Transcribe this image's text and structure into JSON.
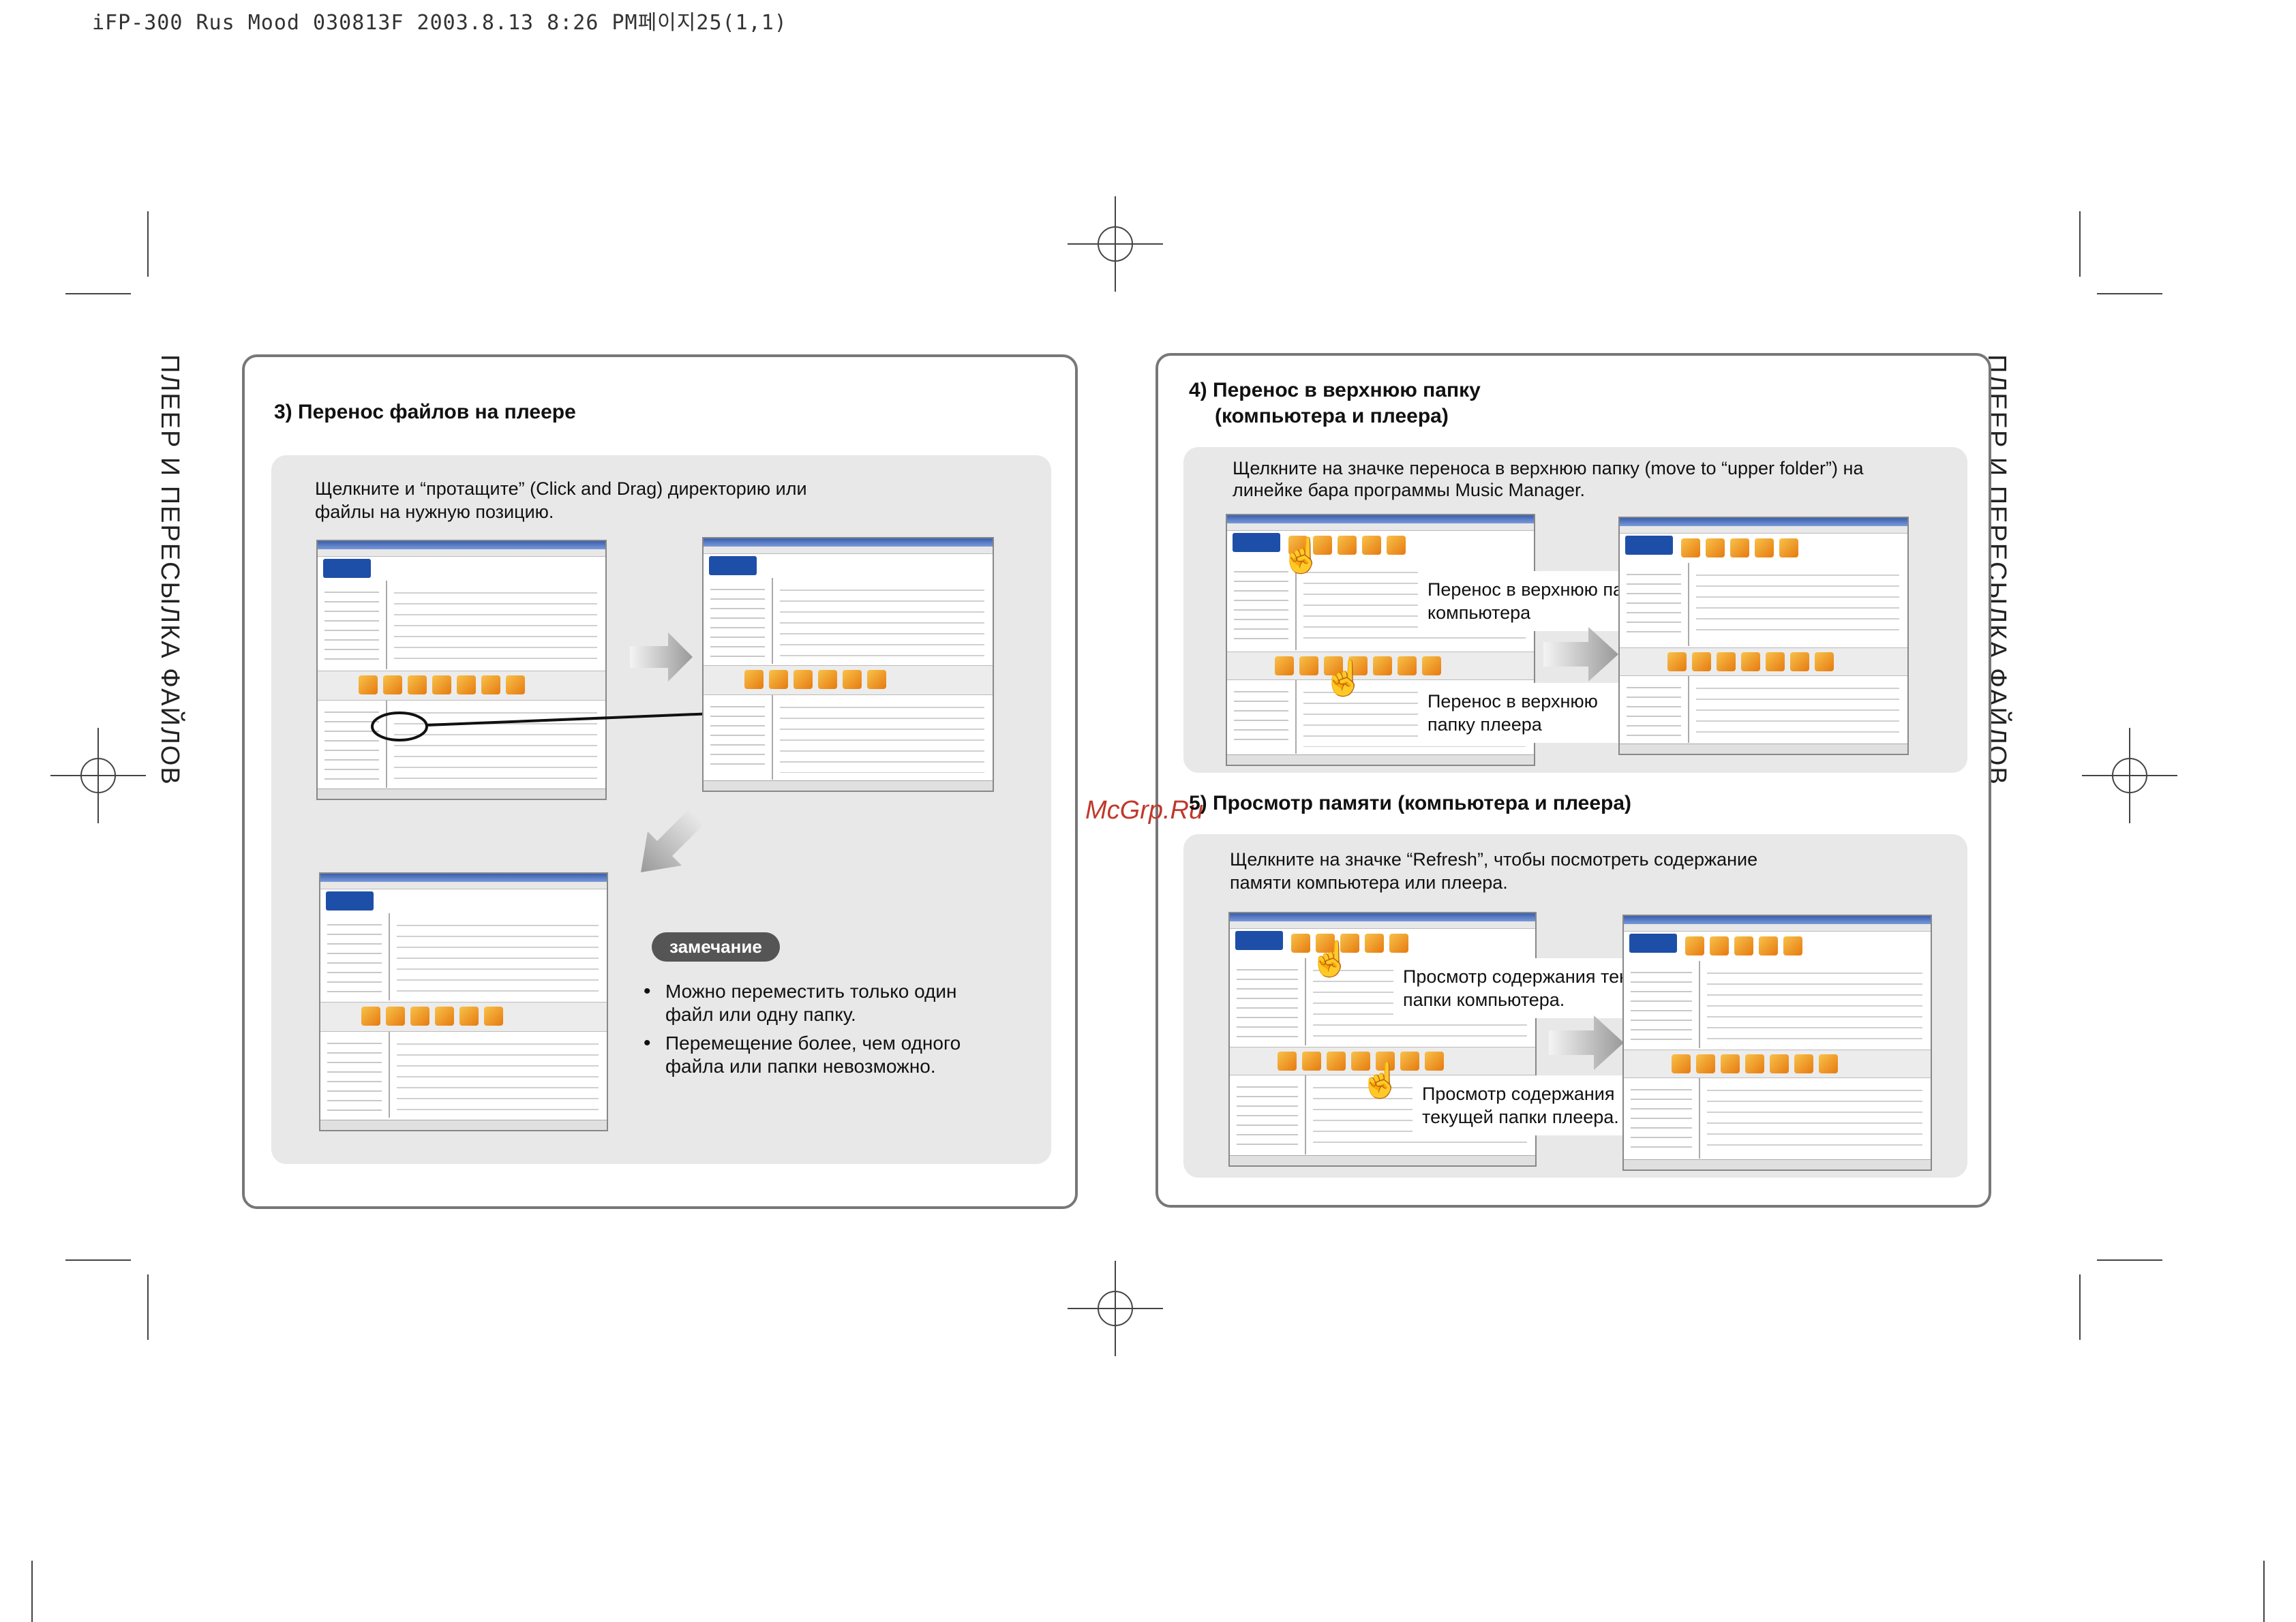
{
  "header": {
    "printer_line": "iFP-300 Rus Mood 030813F  2003.8.13 8:26 PM페이지25(1,1)"
  },
  "side_labels": {
    "left": "ПЛЕЕР И ПЕРЕСЫЛКА  ФАЙЛОВ",
    "right": "ПЛЕЕР И ПЕРЕСЫЛКА  ФАЙЛОВ"
  },
  "watermark": "McGrp.Ru",
  "left_panel": {
    "heading": "3) Перенос файлов на плеере",
    "instruction_line1": "Щелкните и “протащите” (Click and Drag) директорию или",
    "instruction_line2": "файлы на нужную позицию.",
    "note_label": "замечание",
    "notes": [
      {
        "line1": "Можно переместить только один",
        "line2": "файл или одну папку."
      },
      {
        "line1": "Перемещение более, чем одного",
        "line2": "файла или папки невозможно."
      }
    ]
  },
  "right_panel": {
    "section4": {
      "heading_line1": "4) Перенос в верхнюю папку",
      "heading_line2": "(компьютера и плеера)",
      "instruction_line1": "Щелкните на значке переноса в верхнюю папку (move to “upper folder”) на",
      "instruction_line2": "линейке бара программы Music Manager.",
      "callout_pc_line1": "Перенос в верхнюю папку",
      "callout_pc_line2": "компьютера",
      "callout_player_line1": "Перенос в верхнюю",
      "callout_player_line2": "папку плеера"
    },
    "section5": {
      "heading": "5) Просмотр памяти (компьютера и  плеера)",
      "instruction_line1": "Щелкните на значке “Refresh”, чтобы посмотреть содержание",
      "instruction_line2": "памяти компьютера или плеера.",
      "callout_pc_line1": "Просмотр содержания текущей",
      "callout_pc_line2": "папки компьютера.",
      "callout_player_line1": "Просмотр содержания",
      "callout_player_line2": "текущей папки плеера."
    }
  },
  "icons": {
    "pointer": "hand-pointer-icon",
    "arrow": "arrow-right-icon",
    "arrow_diag": "arrow-down-left-icon"
  },
  "colors": {
    "panel_gray": "#e8e8e8",
    "toolbar_orange": "#f0a030",
    "titlebar_blue": "#3a5fb0",
    "border": "#777777"
  }
}
